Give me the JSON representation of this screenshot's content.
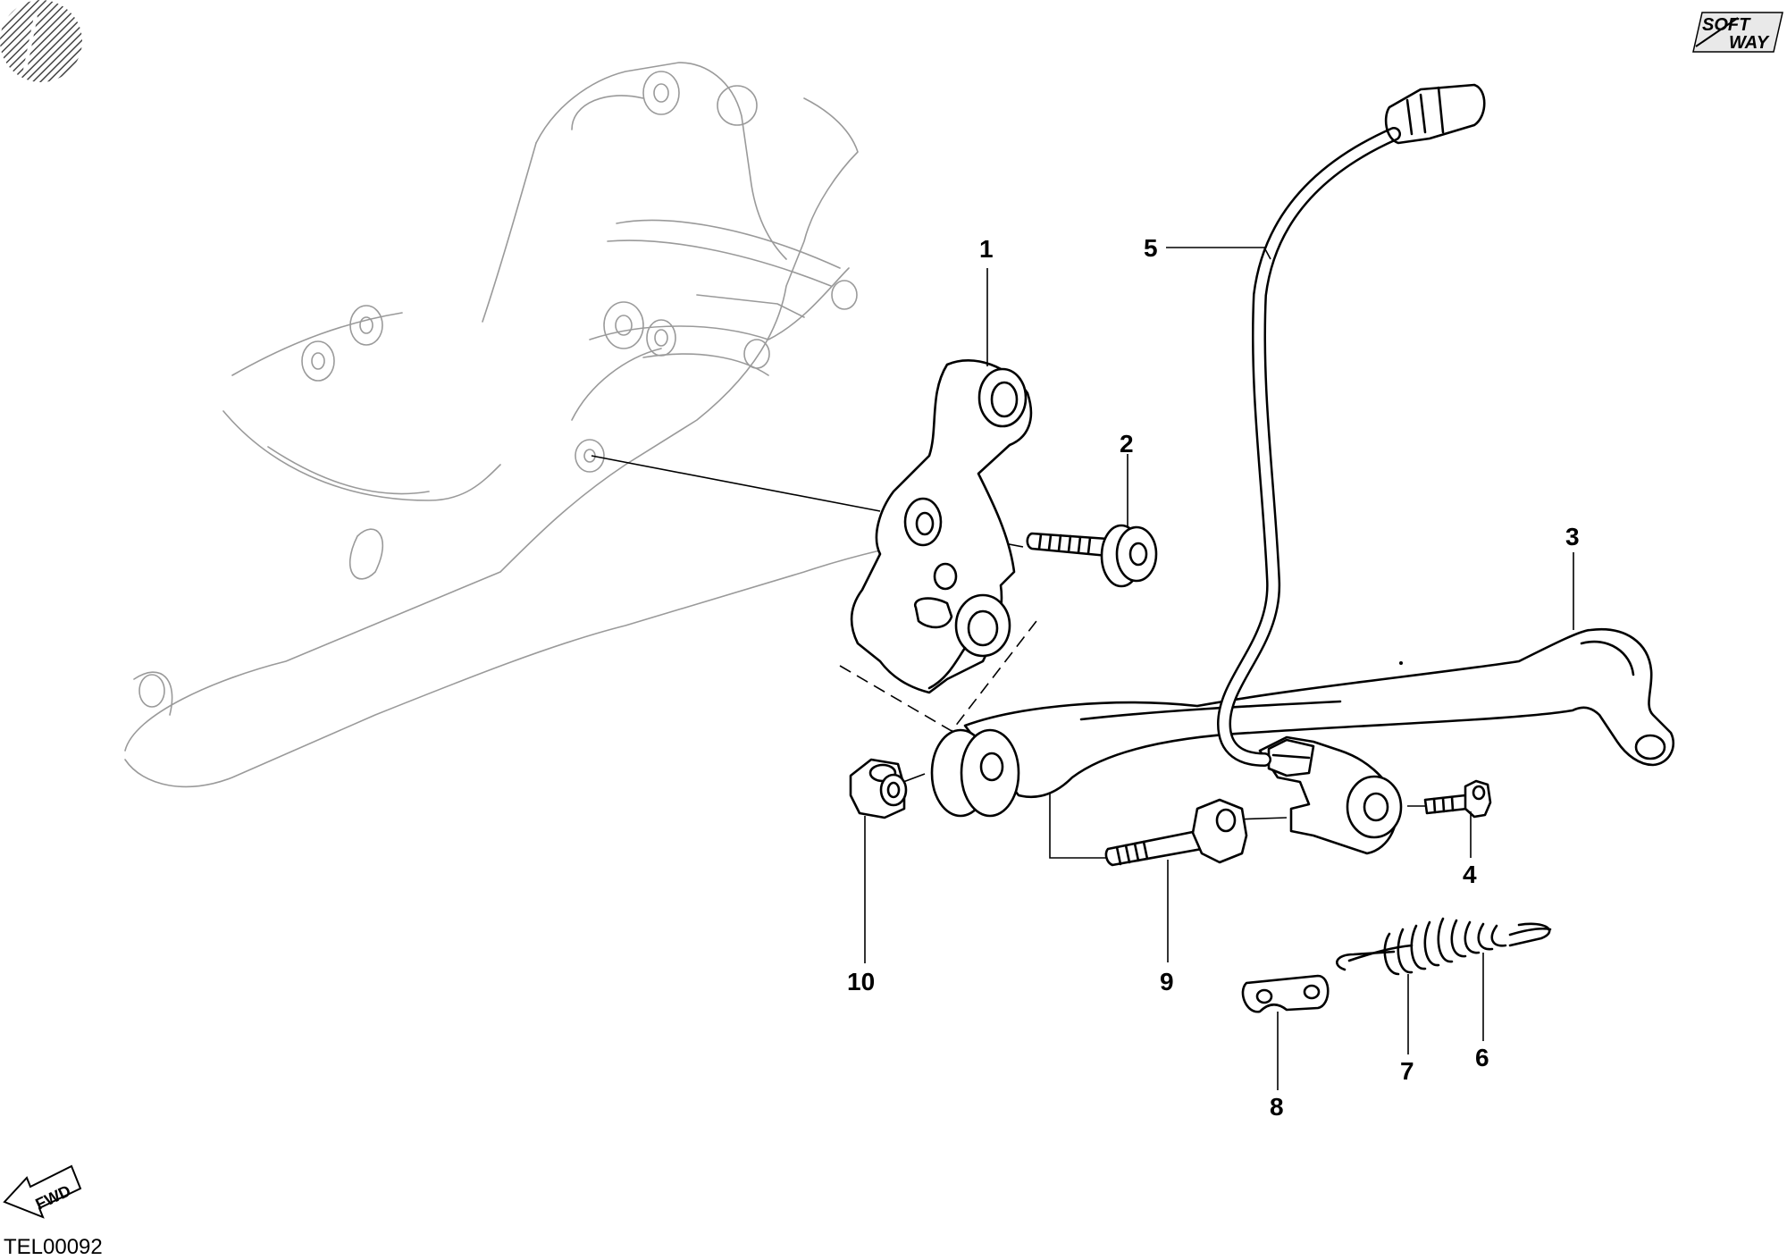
{
  "diagram": {
    "document_id": "TEL00092",
    "logo": {
      "line1": "SOFT",
      "line2": "WAY"
    },
    "forward_arrow_label": "FWD",
    "callouts": [
      "1",
      "2",
      "3",
      "4",
      "5",
      "6",
      "7",
      "8",
      "9",
      "10"
    ]
  }
}
